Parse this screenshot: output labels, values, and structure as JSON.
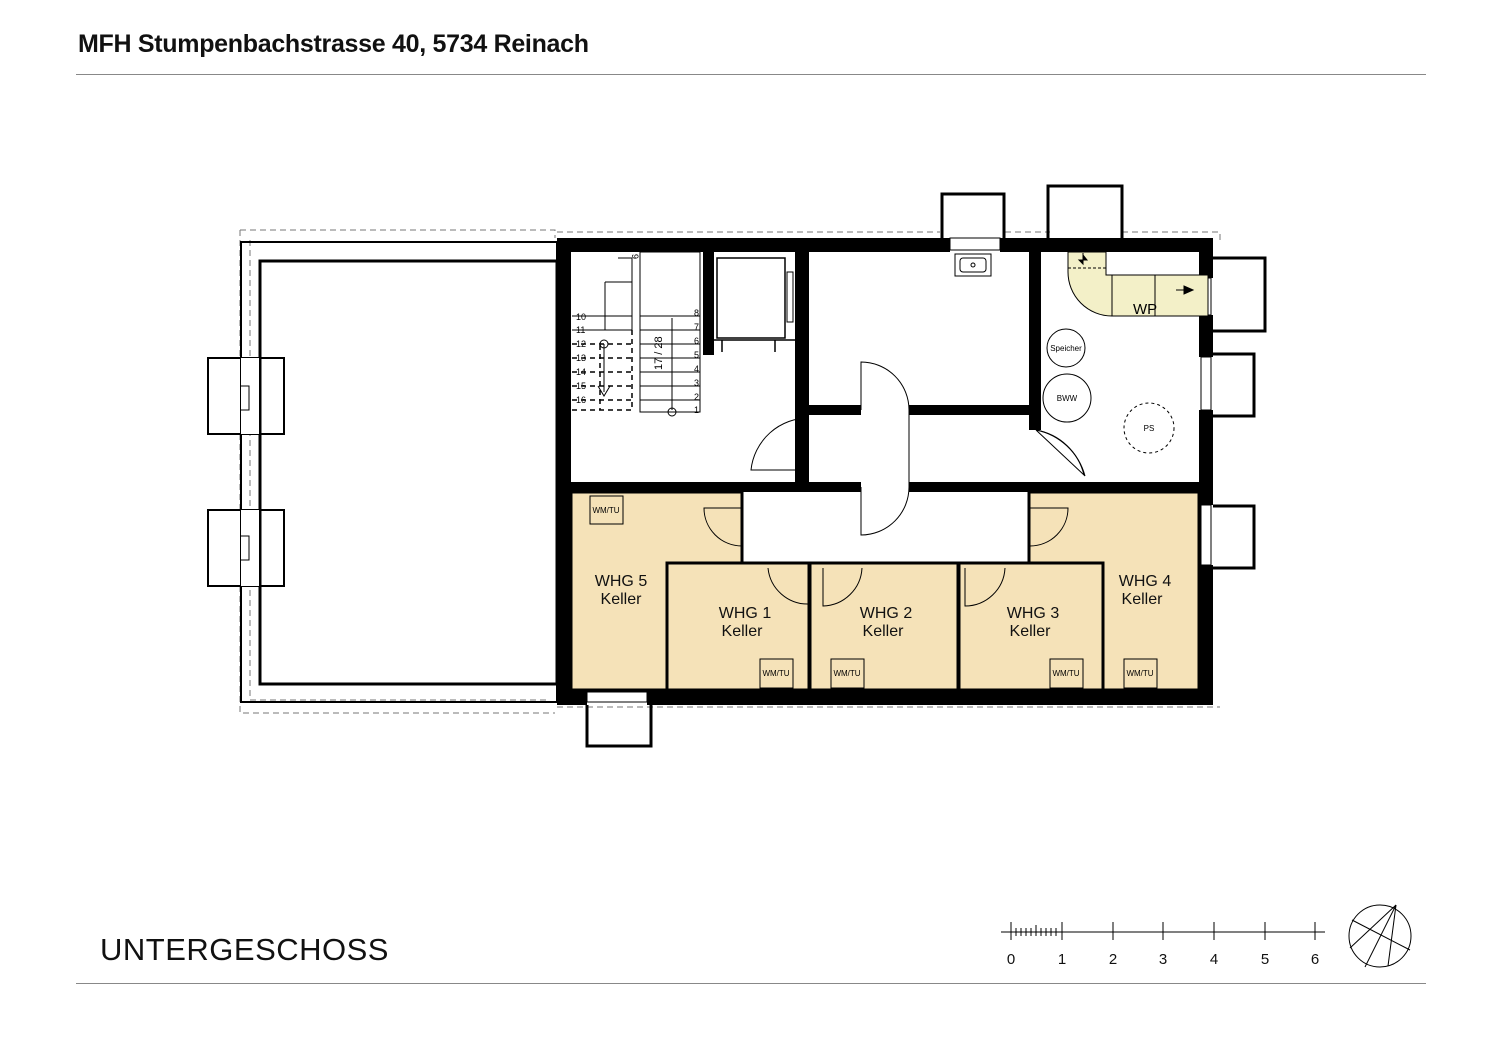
{
  "header": {
    "title": "MFH Stumpenbachstrasse 40, 5734 Reinach"
  },
  "floor_label": "UNTERGESCHOSS",
  "colors": {
    "cellar_fill": "#f5e2b8",
    "wall": "#000000",
    "wp_fill": "#f3f0c8"
  },
  "rooms": {
    "whg5": {
      "line1": "WHG 5",
      "line2": "Keller"
    },
    "whg1": {
      "line1": "WHG 1",
      "line2": "Keller"
    },
    "whg2": {
      "line1": "WHG 2",
      "line2": "Keller"
    },
    "whg3": {
      "line1": "WHG 3",
      "line2": "Keller"
    },
    "whg4": {
      "line1": "WHG 4",
      "line2": "Keller"
    }
  },
  "appliance_label": "WM/TU",
  "equipment": {
    "wp": "WP",
    "speicher": "Speicher",
    "bww": "BWW",
    "ps": "PS"
  },
  "stairs": {
    "steps_right": [
      "8",
      "7",
      "6",
      "5",
      "4",
      "3",
      "2",
      "1"
    ],
    "steps_left": [
      "10",
      "11",
      "12",
      "13",
      "14",
      "15",
      "16"
    ],
    "top_step": "9",
    "dimension": "17 / 28"
  },
  "scale_bar": {
    "labels": [
      "0",
      "1",
      "2",
      "3",
      "4",
      "5",
      "6"
    ]
  }
}
